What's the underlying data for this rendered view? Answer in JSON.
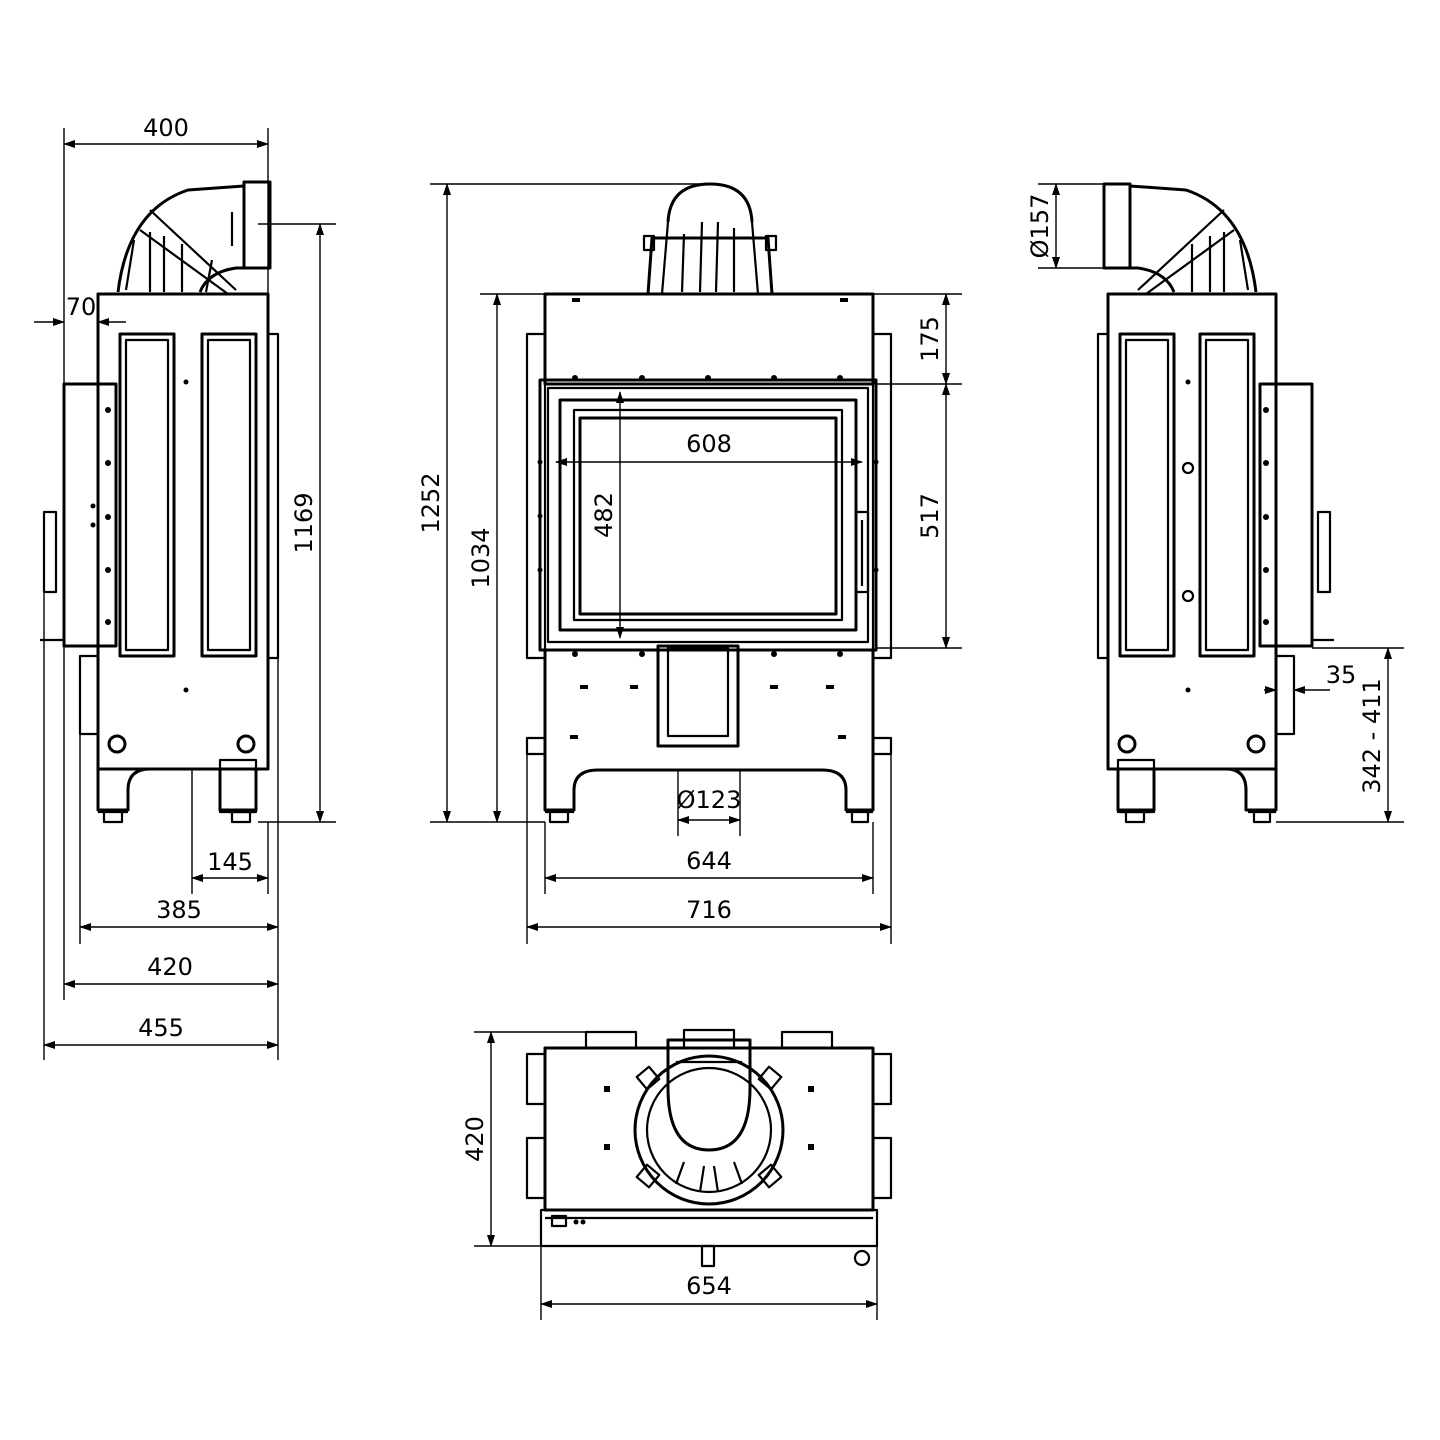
{
  "colors": {
    "line": "#000000",
    "background": "#ffffff"
  },
  "dimensions": {
    "side_left": {
      "width_top": "400",
      "offset_70": "70",
      "height": "1169",
      "d145": "145",
      "d385": "385",
      "d420": "420",
      "d455": "455"
    },
    "front": {
      "overall_height": "1252",
      "body_height": "1034",
      "top_section": "175",
      "glass_height": "517",
      "glass_width": "608",
      "glass_inner_height": "482",
      "air_inlet": "Ø123",
      "width_body": "644",
      "width_total": "716"
    },
    "side_right": {
      "flue_diameter": "Ø157",
      "d35": "35",
      "leg_range": "342 - 411"
    },
    "top_view": {
      "depth": "420",
      "width": "654"
    }
  }
}
